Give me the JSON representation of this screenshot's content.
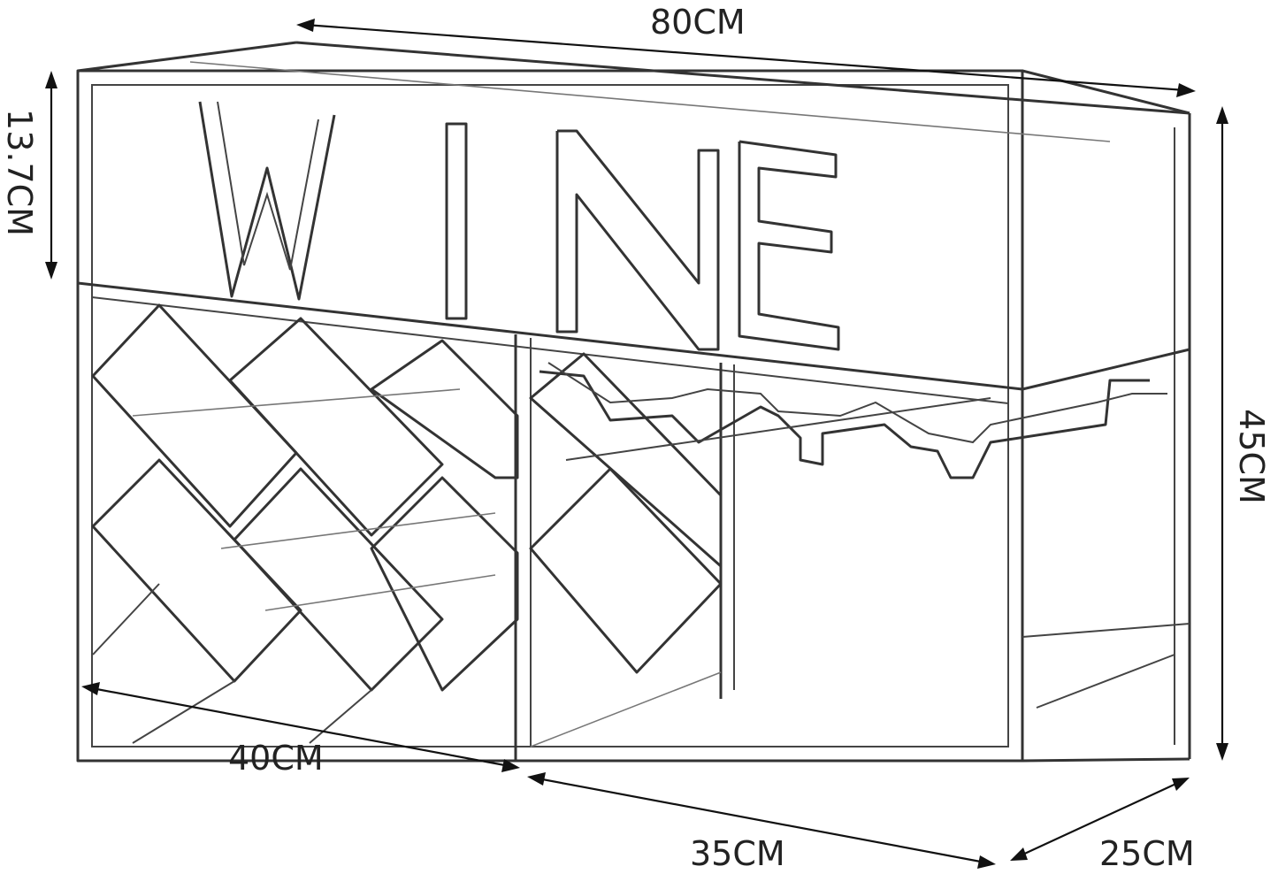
{
  "dimensions": {
    "total_width": "80CM",
    "top_section_height": "13.7CM",
    "total_height": "45CM",
    "left_section_width": "40CM",
    "right_section_width": "35CM",
    "depth": "25CM"
  },
  "rack_lettering": "WINE",
  "colors": {
    "line": "#333333",
    "arrow": "#111111",
    "background": "#ffffff"
  }
}
